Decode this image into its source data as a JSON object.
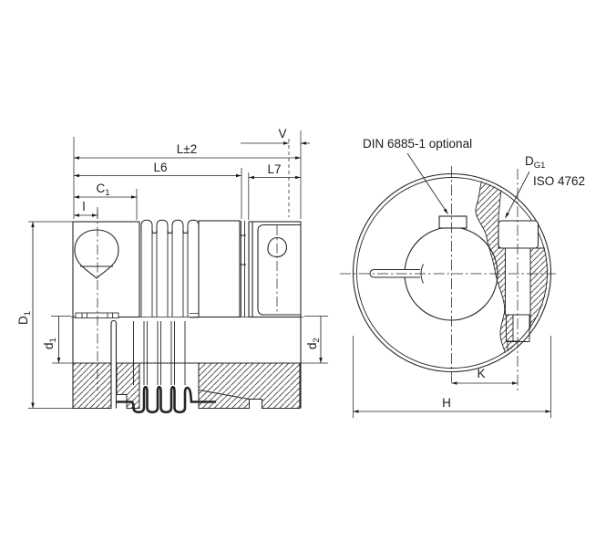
{
  "drawing": {
    "type": "bellows-coupling technical drawing, side half-section and front view",
    "colors": {
      "line": "#262626",
      "background": "#ffffff",
      "hatch": "#3a3a3a"
    },
    "labels": {
      "length_total": "L±2",
      "length_l6": "L6",
      "length_l7": "L7",
      "c1": {
        "base": "C",
        "sub": "1"
      },
      "insertion": "l",
      "gap_v": "V",
      "outer_dia": {
        "base": "D",
        "sub": "1"
      },
      "bore_left": {
        "base": "d",
        "sub": "1"
      },
      "bore_right": {
        "base": "d",
        "sub": "2"
      },
      "k": "K",
      "h": "H"
    },
    "annotations": {
      "keyway_note": "DIN 6885-1 optional",
      "screw_dia": {
        "base": "D",
        "sub": "G1"
      },
      "screw_standard": "ISO 4762"
    }
  }
}
